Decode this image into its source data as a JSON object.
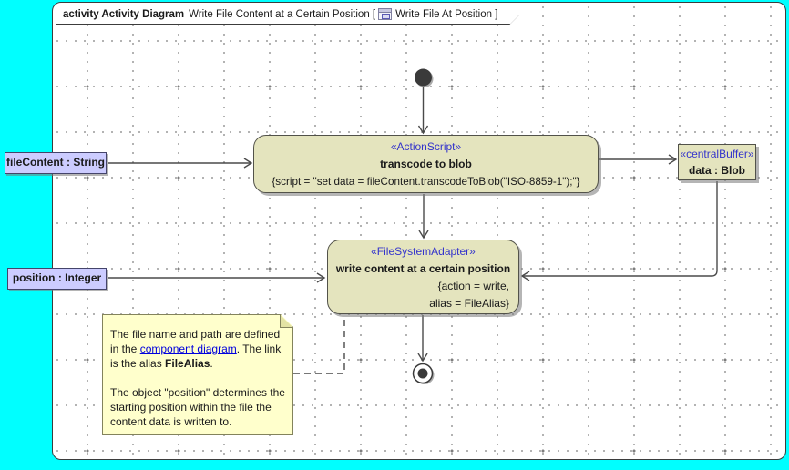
{
  "colors": {
    "background": "#00FFFF",
    "canvas": "#FFFFFF",
    "node_fill": "#E4E4BE",
    "note_fill": "#FFFFCC",
    "pin_fill": "#CCCCFF",
    "stereotype_text": "#3333CC",
    "link_text": "#0000DD",
    "edge": "#4A4A4A"
  },
  "frame": {
    "keyword": "activity Activity Diagram",
    "diagram_name": "Write File Content at a Certain Position [",
    "diagram_ref": "Write File At Position ]",
    "icon": "activity-diagram-icon"
  },
  "pins": {
    "file_content": "fileContent : String",
    "position": "position : Integer"
  },
  "nodes": {
    "transcode": {
      "stereotype": "«ActionScript»",
      "name": "transcode to blob",
      "tags": "{script = \"set data = fileContent.transcodeToBlob(\"ISO-8859-1\");\"}"
    },
    "central_buffer": {
      "stereotype": "«centralBuffer»",
      "name": "data : Blob"
    },
    "write": {
      "stereotype": "«FileSystemAdapter»",
      "name": "write content at a certain position",
      "tags_line1": "{action = write,",
      "tags_line2": "alias = FileAlias}"
    }
  },
  "note": {
    "p1_text1": "The file name and path are defined in the ",
    "p1_link": "component diagram",
    "p1_text2": ". The link is the alias ",
    "p1_bold": "FileAlias",
    "p1_text3": ".",
    "p2": "The object \"position\" determines the starting position within the file the content data is written to."
  }
}
